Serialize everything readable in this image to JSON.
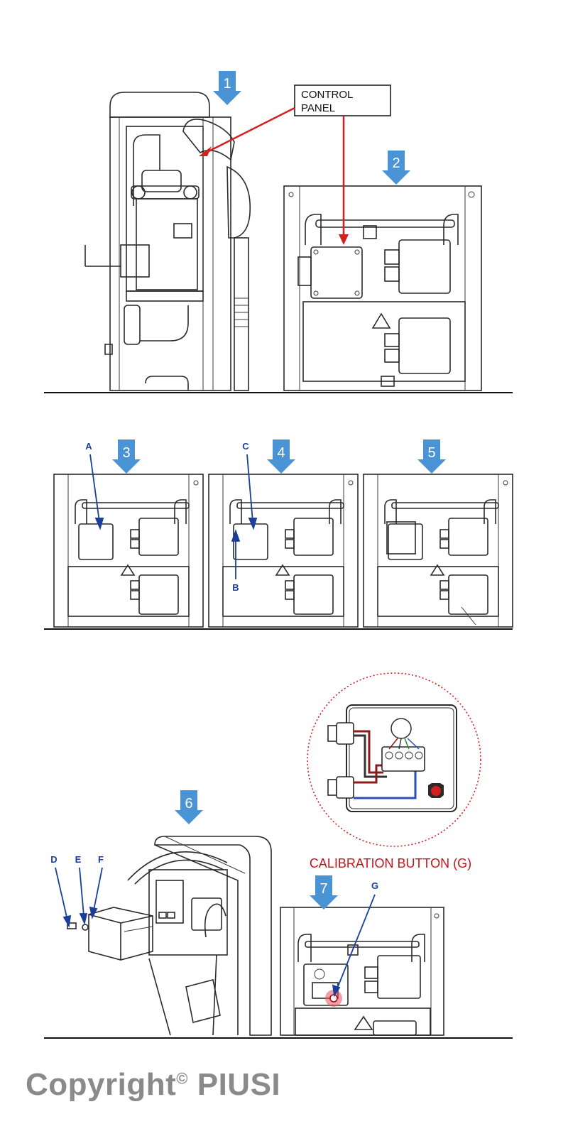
{
  "callout": {
    "line1": "CONTROL",
    "line2": "PANEL"
  },
  "steps": [
    "1",
    "2",
    "3",
    "4",
    "5",
    "6",
    "7"
  ],
  "letters": {
    "a": "A",
    "b": "B",
    "c": "C",
    "d": "D",
    "e": "E",
    "f": "F",
    "g": "G"
  },
  "calibration_label": "CALIBRATION BUTTON (G)",
  "copyright": {
    "prefix": "Copyright",
    "symbol": "©",
    "brand": "PIUSI"
  },
  "colors": {
    "step_arrow": "#4a94d6",
    "pointer_blue": "#1a3f9a",
    "pointer_red": "#d41f1f",
    "highlight": "#e8505b"
  }
}
